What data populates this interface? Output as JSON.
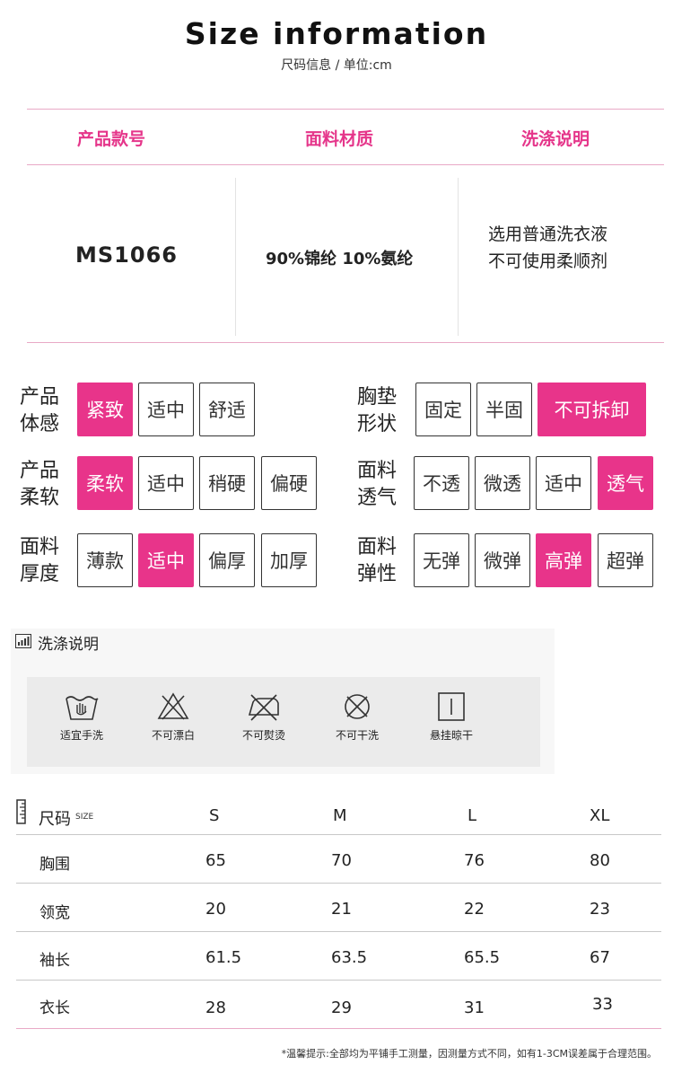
{
  "header": {
    "title": "Size information",
    "subtitle": "尺码信息 / 单位:cm"
  },
  "info_table": {
    "headers": [
      "产品款号",
      "面料材质",
      "洗涤说明"
    ],
    "code": "MS1066",
    "material": "90%锦纶 10%氨纶",
    "wash_lines": [
      "选用普通洗衣液",
      "不可使用柔顺剂"
    ]
  },
  "attributes": {
    "left": [
      {
        "label": [
          "产品",
          "体感"
        ],
        "options": [
          "紧致",
          "适中",
          "舒适"
        ],
        "selected": 0
      },
      {
        "label": [
          "产品",
          "柔软"
        ],
        "options": [
          "柔软",
          "适中",
          "稍硬",
          "偏硬"
        ],
        "selected": 0
      },
      {
        "label": [
          "面料",
          "厚度"
        ],
        "options": [
          "薄款",
          "适中",
          "偏厚",
          "加厚"
        ],
        "selected": 1
      }
    ],
    "right": [
      {
        "label": [
          "胸垫",
          "形状"
        ],
        "options": [
          "固定",
          "半固",
          "不可拆卸"
        ],
        "selected": 2
      },
      {
        "label": [
          "面料",
          "透气"
        ],
        "options": [
          "不透",
          "微透",
          "适中",
          "透气"
        ],
        "selected": 3
      },
      {
        "label": [
          "面料",
          "弹性"
        ],
        "options": [
          "无弹",
          "微弹",
          "高弹",
          "超弹"
        ],
        "selected": 2
      }
    ]
  },
  "care": {
    "title": "洗涤说明",
    "items": [
      {
        "icon": "hand-wash-icon",
        "label": "适宜手洗"
      },
      {
        "icon": "no-bleach-icon",
        "label": "不可漂白"
      },
      {
        "icon": "no-iron-icon",
        "label": "不可熨烫"
      },
      {
        "icon": "no-dry-clean-icon",
        "label": "不可干洗"
      },
      {
        "icon": "hang-dry-icon",
        "label": "悬挂晾干"
      }
    ]
  },
  "size_table": {
    "title": "尺码",
    "title_sub": "SIZE",
    "sizes": [
      "S",
      "M",
      "L",
      "XL"
    ],
    "rows": [
      {
        "label": "胸围",
        "values": [
          "65",
          "70",
          "76",
          "80"
        ]
      },
      {
        "label": "领宽",
        "values": [
          "20",
          "21",
          "22",
          "23"
        ]
      },
      {
        "label": "袖长",
        "values": [
          "61.5",
          "63.5",
          "65.5",
          "67"
        ]
      },
      {
        "label": "衣长",
        "values": [
          "28",
          "29",
          "31",
          "33"
        ]
      }
    ]
  },
  "note": "*温馨提示:全部均为平铺手工测量，因测量方式不同，如有1-3CM误差属于合理范围。",
  "colors": {
    "accent": "#e8348a",
    "line": "#e9a9c6"
  }
}
